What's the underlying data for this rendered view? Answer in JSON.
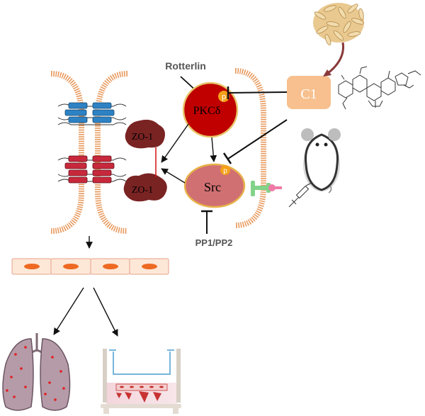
{
  "diagram": {
    "labels": {
      "rotterlin": "Rotterlin",
      "pkc": "PKCδ",
      "src": "Src",
      "c1": "C1",
      "zo1_top": "ZO-1",
      "zo1_bottom": "ZO-1",
      "pp1pp2": "PP1/PP2",
      "phospho": "p"
    },
    "colors": {
      "pkc_fill": "#c00000",
      "pkc_border": "#e8c66a",
      "src_fill": "#d07072",
      "src_border": "#e8b24a",
      "c1_fill": "#f7c08e",
      "membrane": "#e89a5e",
      "zo1": "#7a2323",
      "claudin_blue": "#2d82c4",
      "claudin_red": "#c8283c",
      "cell_nucleus": "#ee6a22",
      "lung": "#b59aa8",
      "lung_dot": "#e02020",
      "phospho_badge": "#f4a019",
      "label_gray": "#555555"
    }
  }
}
